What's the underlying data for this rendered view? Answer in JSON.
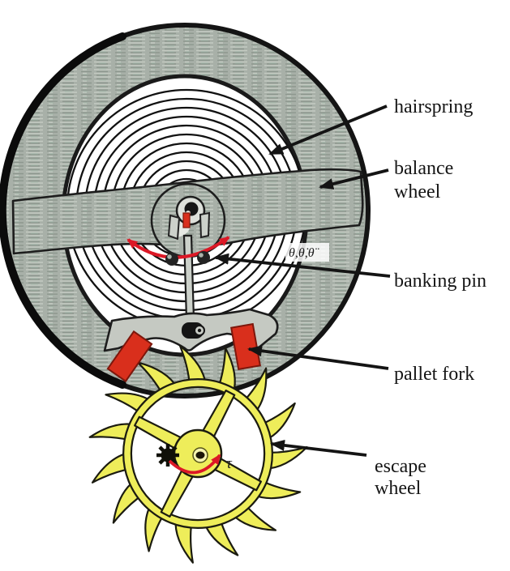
{
  "figure": {
    "background": "#ffffff",
    "labels": [
      {
        "id": "hairspring",
        "lines": [
          "hairspring"
        ]
      },
      {
        "id": "balance-wheel",
        "lines": [
          "balance",
          "wheel"
        ]
      },
      {
        "id": "banking-pin",
        "lines": [
          "banking pin"
        ]
      },
      {
        "id": "pallet-fork",
        "lines": [
          "pallet fork"
        ]
      },
      {
        "id": "escape-wheel",
        "lines": [
          "escape",
          "wheel"
        ]
      }
    ],
    "annotations": {
      "balance_motion": "θ,θ̇,θ̈",
      "escape_torque": "τ"
    },
    "colors": {
      "metal_gray": "#a8b0a8",
      "fork_gray": "#c5c9c2",
      "jewel_red": "#d92f1c",
      "escape_yellow": "#eeed5a",
      "arrow_red": "#dc1826",
      "ink_black": "#141414"
    }
  }
}
